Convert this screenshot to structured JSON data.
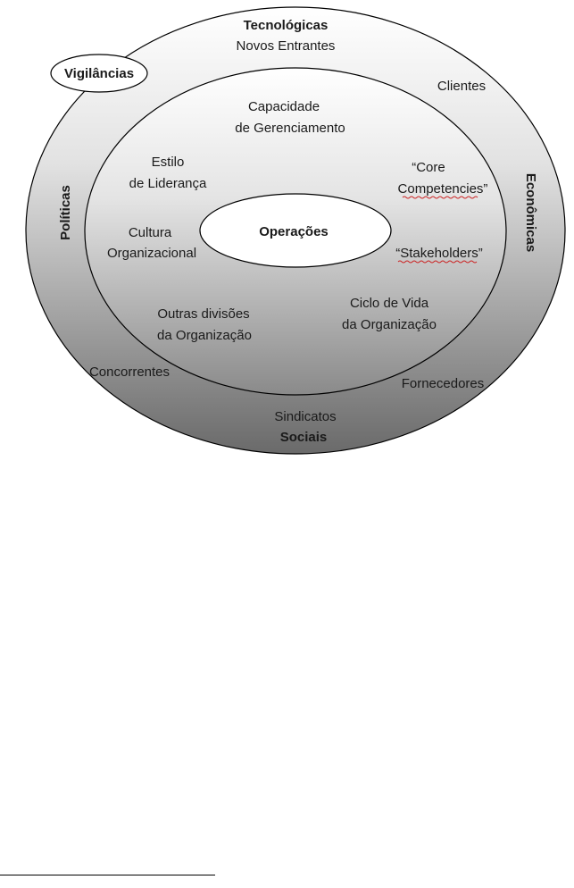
{
  "diagram": {
    "rings": {
      "outer": {
        "top": [
          "Tecnológicas",
          "Novos Entrantes"
        ],
        "left": "Políticas",
        "right": "Econômicas",
        "bottom": [
          "Sindicatos",
          "Sociais"
        ],
        "clients": "Clientes",
        "competitors": "Concorrentes",
        "suppliers": "Fornecedores",
        "tag": "Vigilâncias"
      },
      "middle": {
        "management": [
          "Capacidade",
          "de Gerenciamento"
        ],
        "leadership": [
          "Estilo",
          "de Liderança"
        ],
        "core": [
          "“Core",
          "Competencies”"
        ],
        "culture": [
          "Cultura",
          "Organizacional"
        ],
        "stakeholders": "“Stakeholders”",
        "divisions": [
          "Outras divisões",
          "da Organização"
        ],
        "lifecycle": [
          "Ciclo de Vida",
          "da Organização"
        ]
      },
      "center": "Operações"
    },
    "colors": {
      "outer_gradient": [
        "#ffffff",
        "#6a6a6a"
      ],
      "inner_gradient": [
        "#ffffff",
        "#8c8c8c"
      ],
      "stroke": "#000000",
      "spellcheck_underline": "#cc2222"
    }
  }
}
